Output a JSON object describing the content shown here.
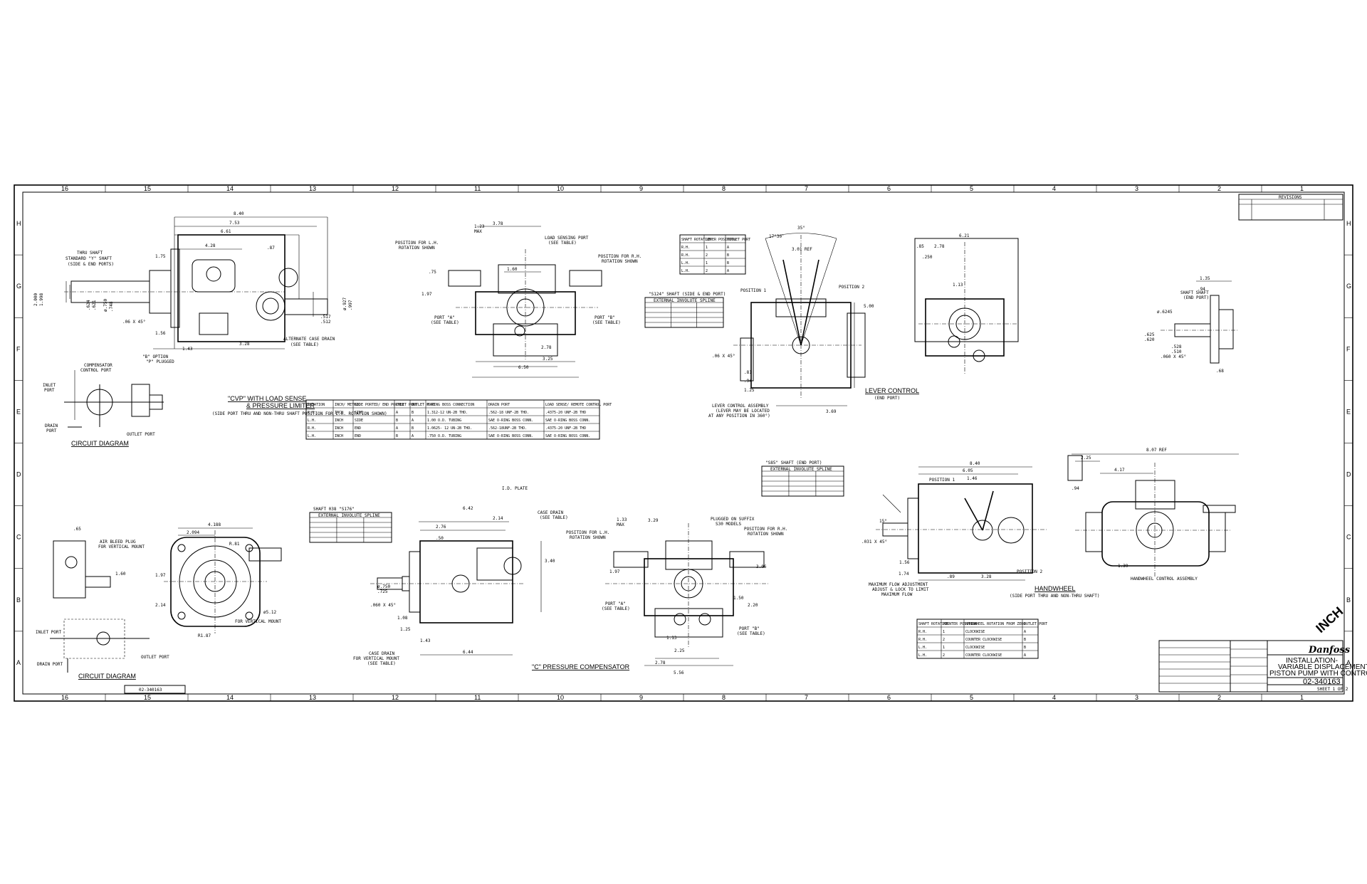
{
  "border": {
    "columns": [
      "16",
      "15",
      "14",
      "13",
      "12",
      "11",
      "10",
      "9",
      "8",
      "7",
      "6",
      "5",
      "4",
      "3",
      "2",
      "1"
    ],
    "rows": [
      "H",
      "G",
      "F",
      "E",
      "D",
      "C",
      "B",
      "A"
    ]
  },
  "views": {
    "cvp_side": {
      "title_1": "\"CVP\" WITH LOAD SENSE",
      "title_2": "& PRESSURE LIMITER",
      "note": "(SIDE PORT THRU AND NON-THRU SHAFT POSITION FOR L.H. ROTATION SHOWN)",
      "labels": [
        "THRU SHAFT",
        "STANDARD \"Y\" SHAFT",
        "(SIDE & END PORTS)",
        "ALTERNATE CASE DRAIN",
        "(SEE TABLE)"
      ],
      "dims": [
        "8.40",
        "7.53",
        "6.61",
        "4.28",
        "1.75",
        ".87",
        "1.56",
        "1.43",
        "3.28",
        ".06 X 45°",
        ".517",
        ".512",
        "2.000",
        "1.998",
        ".624",
        ".621",
        "ø.750",
        ".748",
        "ø.927",
        ".997"
      ]
    },
    "cvp_end": {
      "labels": [
        "POSITION FOR L.H.",
        "ROTATION SHOWN",
        "LOAD SENSING PORT",
        "(SEE TABLE)",
        "POSITION FOR R.H.",
        "ROTATION SHOWN",
        "PORT \"A\"",
        "(SEE TABLE)",
        "PORT \"B\"",
        "(SEE TABLE)"
      ],
      "dims": [
        "1.23",
        "MAX",
        "3.78",
        "1.60",
        ".75",
        "1.97",
        "2.78",
        "3.25",
        "6.50"
      ]
    },
    "circuit_1": {
      "title": "CIRCUIT DIAGRAM",
      "labels": [
        "COMPENSATOR",
        "CONTROL PORT",
        "\"B\" OPTION",
        "\"P\" PLUGGED",
        "INLET",
        "PORT",
        "DRAIN",
        "PORT",
        "OUTLET PORT"
      ]
    },
    "port_table_1": {
      "headers": [
        "ROTATION",
        "INCH/ METRIC",
        "SIDE PORTED/ END PORTED",
        "INLET PORT",
        "OUTLET PORT",
        "O-RING BOSS CONNECTION",
        "DRAIN PORT",
        "LOAD SENSE/ REMOTE CONTROL PORT"
      ],
      "rows": [
        [
          "R.H.",
          "INCH",
          "SIDE",
          "A",
          "B",
          "1.312-12 UN-2B THD.",
          ".562-18 UNF-2B THD.",
          ".4375-20 UNF-2B THD"
        ],
        [
          "L.H.",
          "INCH",
          "SIDE",
          "B",
          "A",
          "1.00 O.D. TUBING",
          "SAE O-RING BOSS CONN.",
          "SAE O-RING BOSS CONN."
        ],
        [
          "R.H.",
          "INCH",
          "END",
          "A",
          "B",
          "1.0625- 12 UN-2B THD.",
          ".562-18UNF-2B THD.",
          ".4375-20 UNF-2B THD"
        ],
        [
          "L.H.",
          "INCH",
          "END",
          "B",
          "A",
          ".750 O.D. TUBING",
          "SAE O-RING BOSS CONN.",
          "SAE O-RING BOSS CONN."
        ]
      ]
    },
    "lever": {
      "title": "LEVER CONTROL",
      "subtitle": "(END PORT)",
      "spline_title": "\"S124\" SHAFT (SIDE & END PORT)",
      "spline_sub": "EXTERNAL INVOLUTE SPLINE",
      "labels": [
        "POSITION 1",
        "POSITION 2",
        "LEVER CONTROL ASSEMBLY",
        "(LEVER MAY BE LOCATED",
        "AT ANY POSITION IN 360°)"
      ],
      "dims": [
        "35°",
        "17°30'",
        "3.01 REF",
        "5.00",
        ".06 X 45°",
        ".81",
        ".94",
        "1.25",
        "3.69"
      ],
      "rotation_table": {
        "headers": [
          "SHAFT ROTATION",
          "LEVER POSITION",
          "OUTLET PORT"
        ],
        "rows": [
          [
            "R.H.",
            "1",
            "A"
          ],
          [
            "R.H.",
            "2",
            "B"
          ],
          [
            "L.H.",
            "1",
            "B"
          ],
          [
            "L.H.",
            "2",
            "A"
          ]
        ]
      }
    },
    "lever_end": {
      "dims": [
        "6.21",
        "2.78",
        ".85",
        ".250",
        "1.13"
      ]
    },
    "shaft_detail": {
      "labels": [
        "SHAFT SHAFT",
        "(END PORT)"
      ],
      "dims": [
        "1.35",
        ".94",
        "ø.6245",
        ".060 X 45°",
        ".625",
        ".620",
        ".528",
        ".510",
        ".68"
      ]
    },
    "circuit_2": {
      "title": "CIRCUIT DIAGRAM",
      "labels": [
        "AIR BLEED PLUG",
        "FOR VERTICAL MOUNT",
        "INLET PORT",
        "DRAIN PORT",
        "OUTLET PORT"
      ],
      "dims": [
        ".65",
        "1.60"
      ]
    },
    "vertical_mount": {
      "labels": [
        "FOR VERTICAL MOUNT"
      ],
      "dims": [
        "4.188",
        "2.094",
        "R.81",
        "1.97",
        "2.14",
        "ø5.12",
        "R1.87"
      ]
    },
    "c_side": {
      "title": "\"C\" PRESSURE COMPENSATOR",
      "spline_title": "SHAFT 038 \"S176\"",
      "spline_sub": "EXTERNAL INVOLUTE SPLINE",
      "labels": [
        "I.D. PLATE",
        "CASE DRAIN",
        "(SEE TABLE)",
        "CASE DRAIN",
        "FOR VERTICAL MOUNT",
        "(SEE TABLE)"
      ],
      "dims": [
        "6.42",
        "2.76",
        "2.14",
        ".50",
        "ø.750",
        ".725",
        ".060 X 45°",
        "1.08",
        "1.25",
        "1.43",
        "3.40",
        "6.44"
      ]
    },
    "c_end": {
      "labels": [
        "POSITION FOR L.H.",
        "ROTATION SHOWN",
        "PLUGGED ON SUFFIX",
        "S30 MODELS",
        "POSITION FOR R.H.",
        "ROTATION SHOWN",
        "PORT \"A\"",
        "(SEE TABLE)",
        "PORT \"B\"",
        "(SEE TABLE)"
      ],
      "dims": [
        "1.33",
        "MAX",
        "3.29",
        "1.97",
        "3.06",
        "1.50",
        "2.20",
        "1.13",
        "2.25",
        "2.78",
        "5.56"
      ]
    },
    "handwheel": {
      "title": "HANDWHEEL",
      "subtitle": "(SIDE PORT THRU AND NON-THRU SHAFT)",
      "spline_title": "\"S85\" SHAFT (END PORT)",
      "spline_sub": "EXTERNAL INVOLUTE SPLINE",
      "labels": [
        "POSITION 1",
        "POSITION 2",
        "MAXIMUM FLOW ADJUSTMENT",
        "ADJUST & LOCK TO LIMIT",
        "MAXIMUM FLOW",
        "HANDWHEEL CONTROL ASSEMBLY"
      ],
      "dims": [
        "8.40",
        "6.05",
        "1.46",
        "15°",
        ".031 X 45°",
        "1.56",
        "1.74",
        ".89",
        "3.28",
        "8.07 REF",
        "2.25",
        "4.17",
        ".94",
        "1.39"
      ],
      "rotation_table": {
        "headers": [
          "SHAFT ROTATION",
          "POINTER POSITION",
          "HANDWHEEL ROTATION FROM ZERO",
          "OUTLET PORT"
        ],
        "rows": [
          [
            "R.H.",
            "1",
            "CLOCKWISE",
            "A"
          ],
          [
            "R.H.",
            "2",
            "COUNTER CLOCKWISE",
            "B"
          ],
          [
            "L.H.",
            "1",
            "CLOCKWISE",
            "B"
          ],
          [
            "L.H.",
            "2",
            "COUNTER CLOCKWISE",
            "A"
          ]
        ]
      }
    }
  },
  "title_block": {
    "brand": "Danfoss",
    "title_1": "INSTALLATION-",
    "title_2": "VARIABLE DISPLACEMENT",
    "title_3": "PISTON PUMP WITH CONTROLS",
    "drawing_number": "02-340163",
    "sheet": "SHEET 1 OF 2",
    "units": "INCH",
    "revisions_header": "REVISIONS",
    "bottom_ref": "02-340163"
  },
  "colors": {
    "ink": "#000000",
    "paper": "#ffffff"
  }
}
